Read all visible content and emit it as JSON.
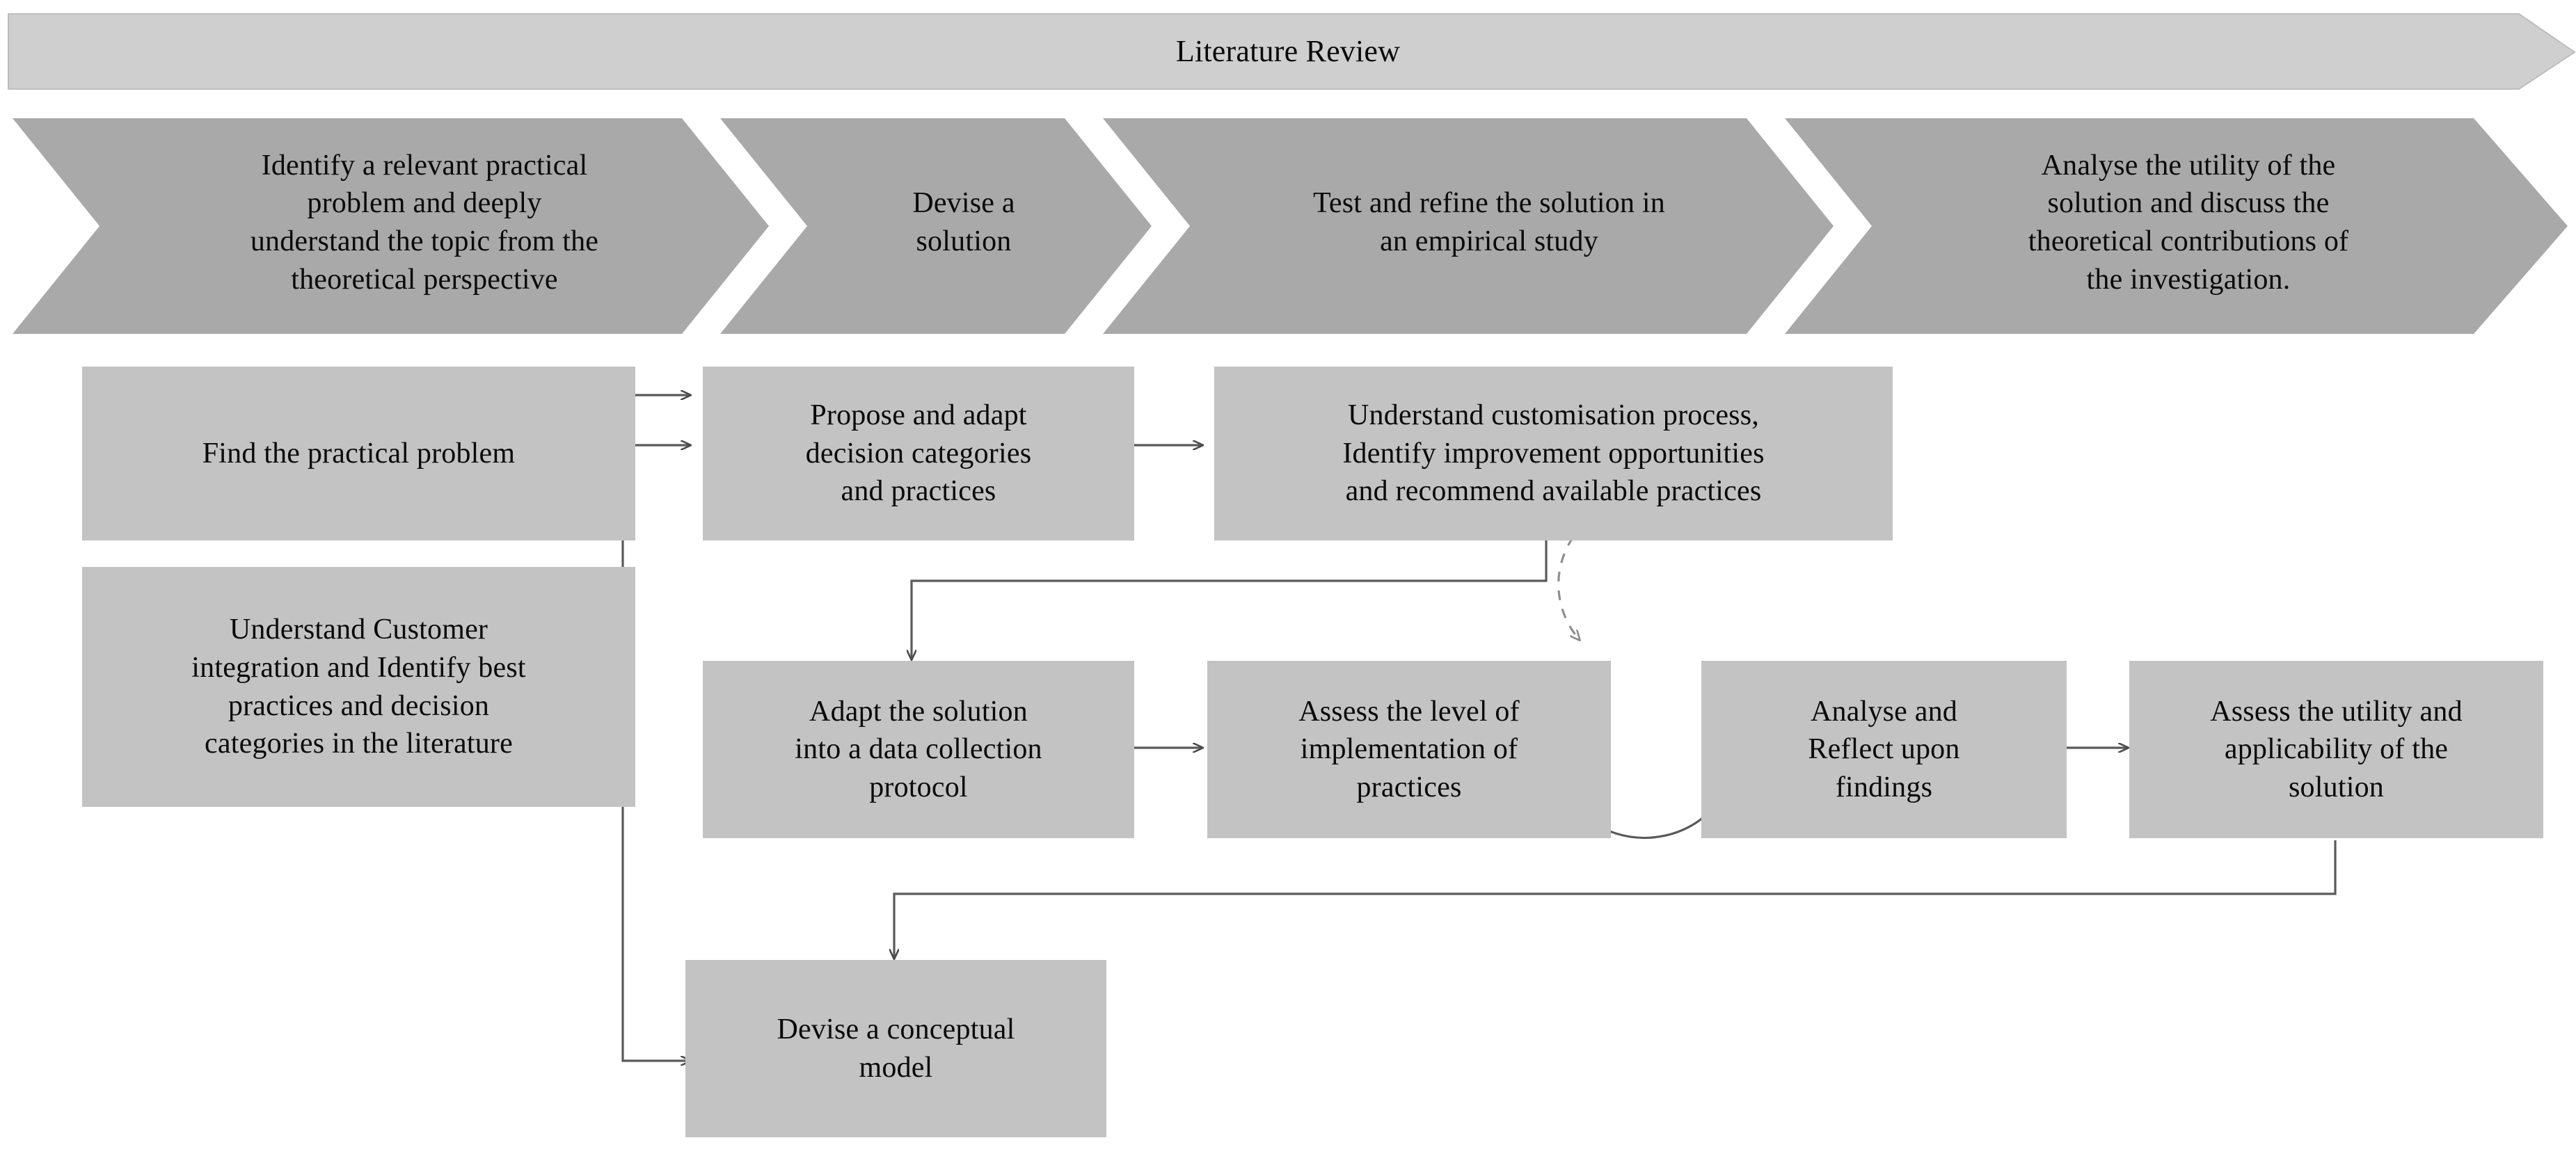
{
  "banner": {
    "title": "Literature Review",
    "fill": "#cfcfcf"
  },
  "phases": {
    "fill": "#a9a9a9",
    "items": [
      {
        "label": "Identify a relevant practical\nproblem and deeply\nunderstand the topic from the\ntheoretical perspective"
      },
      {
        "label": "Devise a\nsolution"
      },
      {
        "label": "Test and refine the solution in\nan empirical study"
      },
      {
        "label": "Analyse the utility of the\nsolution and discuss the\ntheoretical contributions of\nthe investigation."
      }
    ]
  },
  "boxes": {
    "fill": "#c3c3c3",
    "items": [
      {
        "id": "find-practical-problem",
        "label": "Find the practical problem"
      },
      {
        "id": "understand-customer",
        "label": "Understand Customer\nintegration and Identify best\npractices and decision\ncategories in the literature"
      },
      {
        "id": "propose-adapt",
        "label": "Propose and adapt\ndecision categories\nand practices"
      },
      {
        "id": "understand-customisation",
        "label": "Understand customisation process,\nIdentify improvement opportunities\nand recommend available practices"
      },
      {
        "id": "adapt-solution-protocol",
        "label": "Adapt the solution\ninto a data collection\nprotocol"
      },
      {
        "id": "assess-level-implementation",
        "label": "Assess the level of\nimplementation of\npractices"
      },
      {
        "id": "analyse-reflect",
        "label": "Analyse and\nReflect upon\nfindings"
      },
      {
        "id": "assess-utility-applicability",
        "label": "Assess the utility and\napplicability of the\nsolution"
      },
      {
        "id": "devise-conceptual-model",
        "label": "Devise a conceptual\nmodel"
      }
    ]
  },
  "connectors": {
    "stroke": "#5a5a5a",
    "notes": [
      "find-practical-problem -> propose-adapt",
      "understand-customer -> propose-adapt",
      "understand-customer -> devise-conceptual-model",
      "propose-adapt -> understand-customisation",
      "understand-customisation -> adapt-solution-protocol",
      "adapt-solution-protocol -> assess-level-implementation",
      "assess-level-implementation -> analyse-reflect (solid loop, bottom arc)",
      "analyse-reflect -> assess-level-implementation (dashed loop, top arc)",
      "analyse-reflect -> assess-utility-applicability",
      "assess-utility-applicability -> devise-conceptual-model"
    ]
  }
}
